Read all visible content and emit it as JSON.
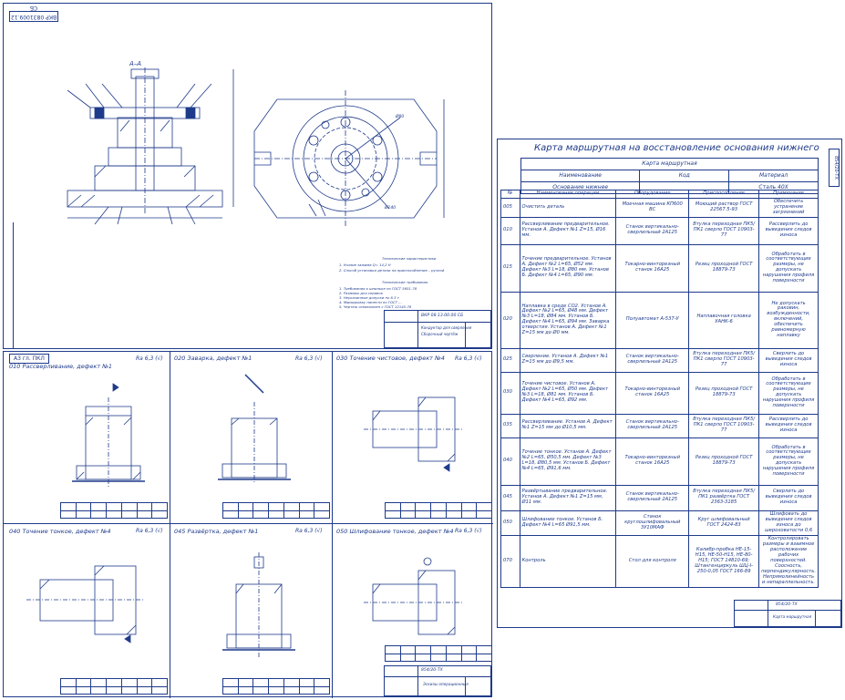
{
  "drawing1": {
    "stamp_rotated": "ВКР 0831009.12 СБ",
    "section_label": "А–А",
    "right_dims": [
      "Ø80",
      "Ø140"
    ],
    "tech_title": "Технические характеристики",
    "tech_lines": [
      "1. Усилие зажима Q= 14,2 Н",
      "2. Способ установки детали на приспособление – ручной"
    ],
    "req_title": "Технические требования",
    "req_lines": [
      "1. Требования к шпильке по ГОСТ 5651-78",
      "2. Размеры для справок",
      "3. Неуказанные допуски по 6.3 т",
      "4. Маркировку нанести по ГОСТ ...",
      "5. Чертеж ознакомлен с ГОСТ 12145-78"
    ],
    "title_code": "ВКР 08.13.00.00 СБ",
    "title_name": "Кондуктор для сверления",
    "title_sub": "Сборочный чертёж"
  },
  "drawing2": {
    "stamp_rotated": "А3 гл. ПКЛ",
    "panels": [
      {
        "title": "010 Рассверливание, дефект №1",
        "ra": "Ra 6,3 (√)"
      },
      {
        "title": "020 Заварка, дефект №1",
        "ra": "Ra 6,3 (√)"
      },
      {
        "title": "030 Точение чистовое, дефект №4",
        "ra": "Ra 6,3 (√)"
      },
      {
        "title": "040 Точение тонкое, дефект №4",
        "ra": "Ra 6,3 (√)"
      },
      {
        "title": "045 Развёртка, дефект №1",
        "ra": "Ra 6,3 (√)"
      },
      {
        "title": "050 Шлифование тонкое, дефект №4",
        "ra": "Ra 6,3 (√)"
      }
    ],
    "title_code": "854/20-ТХ",
    "title_name": "Эскизы операционные"
  },
  "card": {
    "stamp_rotated": "854/20-ТХ",
    "heading": "Карта маршрутная на восстановление основания нижнего",
    "subheading": "Карта маршрутная",
    "hdr": {
      "name": "Наименование",
      "code": "Код",
      "material": "Материал"
    },
    "part": {
      "name": "Основание нижнее",
      "code": "",
      "material": "Сталь 40Х"
    },
    "cols": [
      "№",
      "Наименование операции",
      "Оборудование",
      "Приспособление",
      "Примечание"
    ],
    "rows": [
      {
        "no": "005",
        "op": "Очистить деталь",
        "eq": "Моечная машина КП600 ВС",
        "fix": "Моющий раствор ГОСТ 22567.5-93",
        "note": "Обеспечить устранение загрязнений"
      },
      {
        "no": "010",
        "op": "Рассверливание предварительное. Установ А. Дефект №1 Z=15, Ø16 мм.",
        "eq": "Станок вертикально-сверлильный 2А125",
        "fix": "Втулка переходная ПК5/ПК1 сверло ГОСТ 10903-77",
        "note": "Рассверлить до выведения следов износа"
      },
      {
        "no": "015",
        "op": "Точение предварительное. Установ А. Дефект №2 L=65, Ø52 мм. Дефект №3 L=18, Ø80 мм. Установ Б. Дефект №4 L=65, Ø90 мм.",
        "eq": "Токарно-винторезный станок 16А25",
        "fix": "Резец проходной ГОСТ 18879-73",
        "note": "Обработать в соответствующие размеры, не допускать нарушения профиля поверхности"
      },
      {
        "no": "020",
        "op": "Наплавка в среде СО2. Установ А. Дефект №2 L=65, Ø48 мм. Дефект №3 L=18, Ø84 мм. Установ Б. Дефект №4 L=65, Ø94 мм. Заварка отверстия. Установ А. Дефект №1 Z=15 мм до Ø0 мм.",
        "eq": "Полуавтомат А-537-У",
        "fix": "Наплавочная головка УАНК-6",
        "note": "Не допускать раковин, возбужденности, включений, обеспечить равномерную наплавку"
      },
      {
        "no": "025",
        "op": "Сверление. Установ А. Дефект №1 Z=15 мм до Ø9,5 мм.",
        "eq": "Станок вертикально-сверлильный 2А125",
        "fix": "Втулка переходная ПК5/ПК1 сверло ГОСТ 10903-77",
        "note": "Сверлить до выведения следов износа"
      },
      {
        "no": "030",
        "op": "Точение чистовое. Установ А. Дефект №2 L=65, Ø50 мм. Дефект №3 L=18, Ø81 мм. Установ Б. Дефект №4 L=65, Ø92 мм.",
        "eq": "Токарно-винторезный станок 16А25",
        "fix": "Резец проходной ГОСТ 18879-73",
        "note": "Обработать в соответствующие размеры, не допускать нарушения профиля поверхности"
      },
      {
        "no": "035",
        "op": "Рассверливание. Установ А. Дефект №1 Z=15 мм до Ø10,5 мм.",
        "eq": "Станок вертикально-сверлильный 2А125",
        "fix": "Втулка переходная ПК5/ПК1 сверло ГОСТ 10903-77",
        "note": "Рассверлить до выведения следов износа"
      },
      {
        "no": "040",
        "op": "Точение тонкое. Установ А. Дефект №2 L=65, Ø50,5 мм. Дефект №3 L=18, Ø80,5 мм. Установ Б. Дефект №4 L=65, Ø91,6 мм.",
        "eq": "Токарно-винторезный станок 16А25",
        "fix": "Резец проходной ГОСТ 18879-73",
        "note": "Обработать в соответствующие размеры, не допускать нарушения профиля поверхности"
      },
      {
        "no": "045",
        "op": "Развёртывание предварительное. Установ А. Дефект №1 Z=15 мм, Ø11 мм.",
        "eq": "Станок вертикально-сверлильный 2А125",
        "fix": "Втулка переходная ПК5/ПК1 развёртка ГОСТ 2363-3185",
        "note": "Сверлить до выведения следов износа"
      },
      {
        "no": "050",
        "op": "Шлифование тонкое. Установ Б. Дефект №4 L=65 Ø91,5 мм.",
        "eq": "Станок круглошлифовальный 3У10МАФ",
        "fix": "Круг шлифовальный ГОСТ 2424-83",
        "note": "Шлифовать до выведения следов износа до шероховатости 0,6"
      },
      {
        "no": "070",
        "op": "Контроль",
        "eq": "Стол для контроля",
        "fix": "Калибр-пробка НЕ-15-Н15, НЕ-50-Н15, НЕ-80-Н15; ГОСТ 14810-69; Штангенциркуль ШЦ-I-250-0,05 ГОСТ 166-89",
        "note": "Контролировать размеры и взаимное расположение рабочих поверхностей. Соосность, перпендикулярность. Непрямолинейность и непараллельность."
      }
    ],
    "title_code": "854/20-ТХ",
    "title_name": "Карта маршрутная"
  }
}
